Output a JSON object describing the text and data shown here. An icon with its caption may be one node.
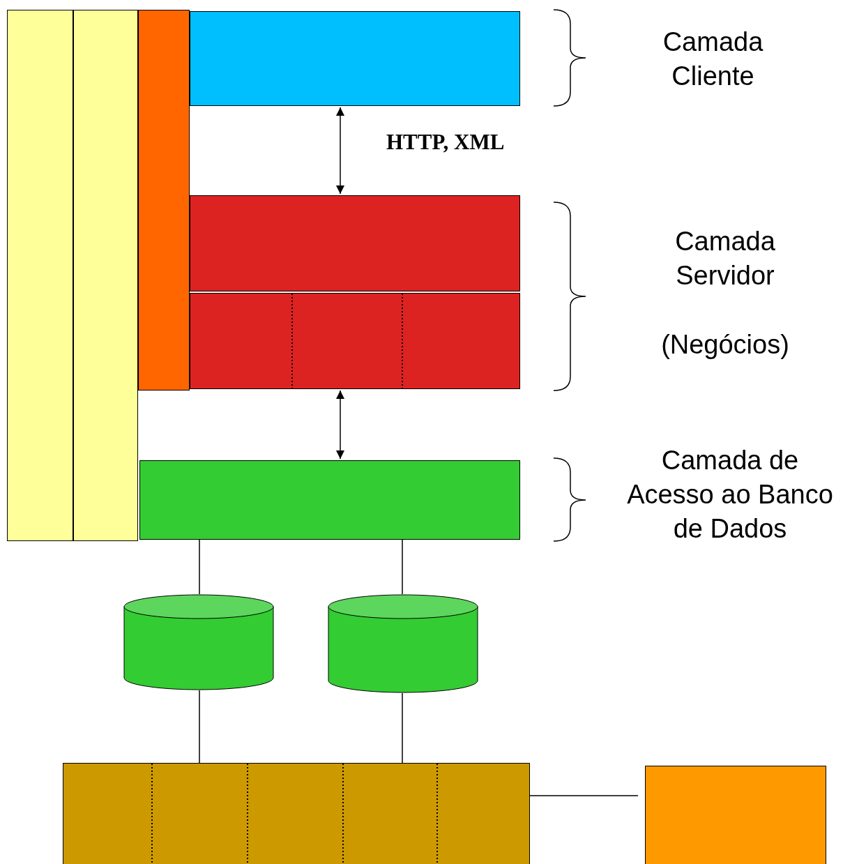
{
  "diagram": {
    "nodes": [
      {
        "text": [],
        "shape": "bar"
      },
      {
        "text": [],
        "shape": "bar"
      },
      {
        "text": [],
        "shape": "bar"
      },
      {
        "text": [],
        "shape": "box"
      },
      {
        "text": [],
        "shape": "box"
      },
      {
        "text": [],
        "shape": "box"
      },
      {
        "text": [],
        "shape": "box"
      },
      {
        "text": [],
        "shape": "cylinder"
      },
      {
        "text": [],
        "shape": "cylinder"
      },
      {
        "text": [],
        "shape": "box"
      },
      {
        "text": [],
        "shape": "box"
      }
    ],
    "edges": [
      {
        "from": 3,
        "to": 4,
        "arrow": "both",
        "label": "HTTP, XML"
      },
      {
        "from": 5,
        "to": 6,
        "arrow": "both"
      },
      {
        "from": 6,
        "to": 7,
        "arrow": "none"
      },
      {
        "from": 6,
        "to": 8,
        "arrow": "none"
      },
      {
        "from": 7,
        "to": 9,
        "arrow": "none"
      },
      {
        "from": 8,
        "to": 9,
        "arrow": "none"
      },
      {
        "from": 9,
        "to": 10,
        "arrow": "none"
      }
    ],
    "labels": [
      "Camada Cliente",
      "Camada Servidor",
      "(Negócios)",
      "Camada de Acesso ao Banco de Dados"
    ]
  }
}
